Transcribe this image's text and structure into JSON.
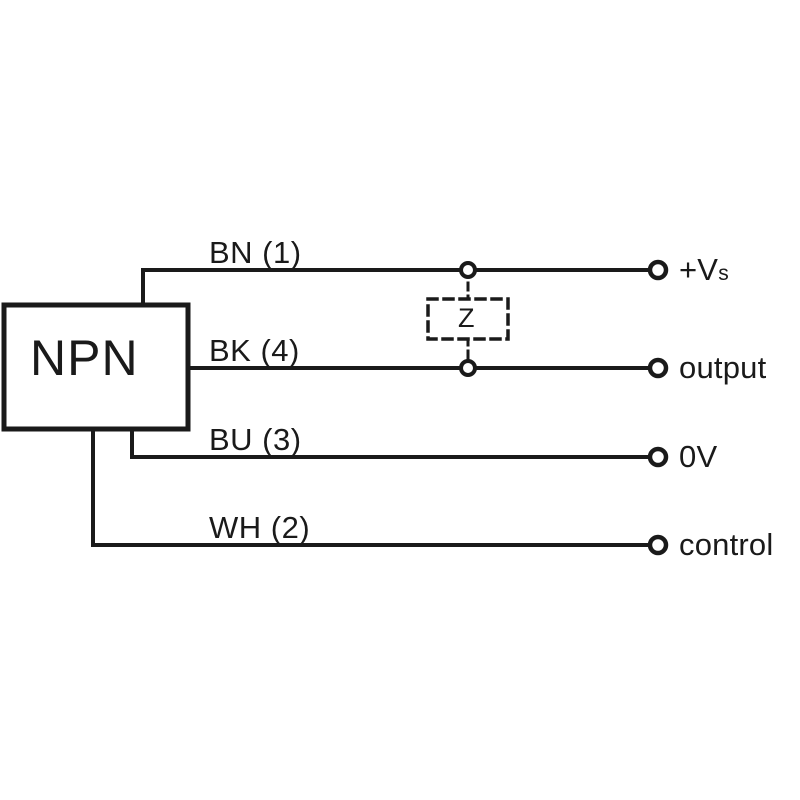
{
  "diagram": {
    "type": "sensor-wiring-schematic",
    "title": "NPN sensor wiring diagram",
    "background_color": "#ffffff",
    "line_color": "#1a1a1a",
    "block": {
      "label": "NPN",
      "name": "npn-sensor-block"
    },
    "protection_element": {
      "label": "Z",
      "style": "dashed",
      "name": "z-protection-element"
    },
    "wires": [
      {
        "label": "BN (1)",
        "color_code": "BN",
        "pin": "1",
        "terminal": "+V",
        "terminal_subscript": "s",
        "terminal_full": "+Vs"
      },
      {
        "label": "BK (4)",
        "color_code": "BK",
        "pin": "4",
        "terminal": "output",
        "terminal_subscript": "",
        "terminal_full": "output"
      },
      {
        "label": "BU (3)",
        "color_code": "BU",
        "pin": "3",
        "terminal": "0V",
        "terminal_subscript": "",
        "terminal_full": "0V"
      },
      {
        "label": "WH (2)",
        "color_code": "WH",
        "pin": "2",
        "terminal": "control",
        "terminal_subscript": "",
        "terminal_full": "control"
      }
    ]
  }
}
